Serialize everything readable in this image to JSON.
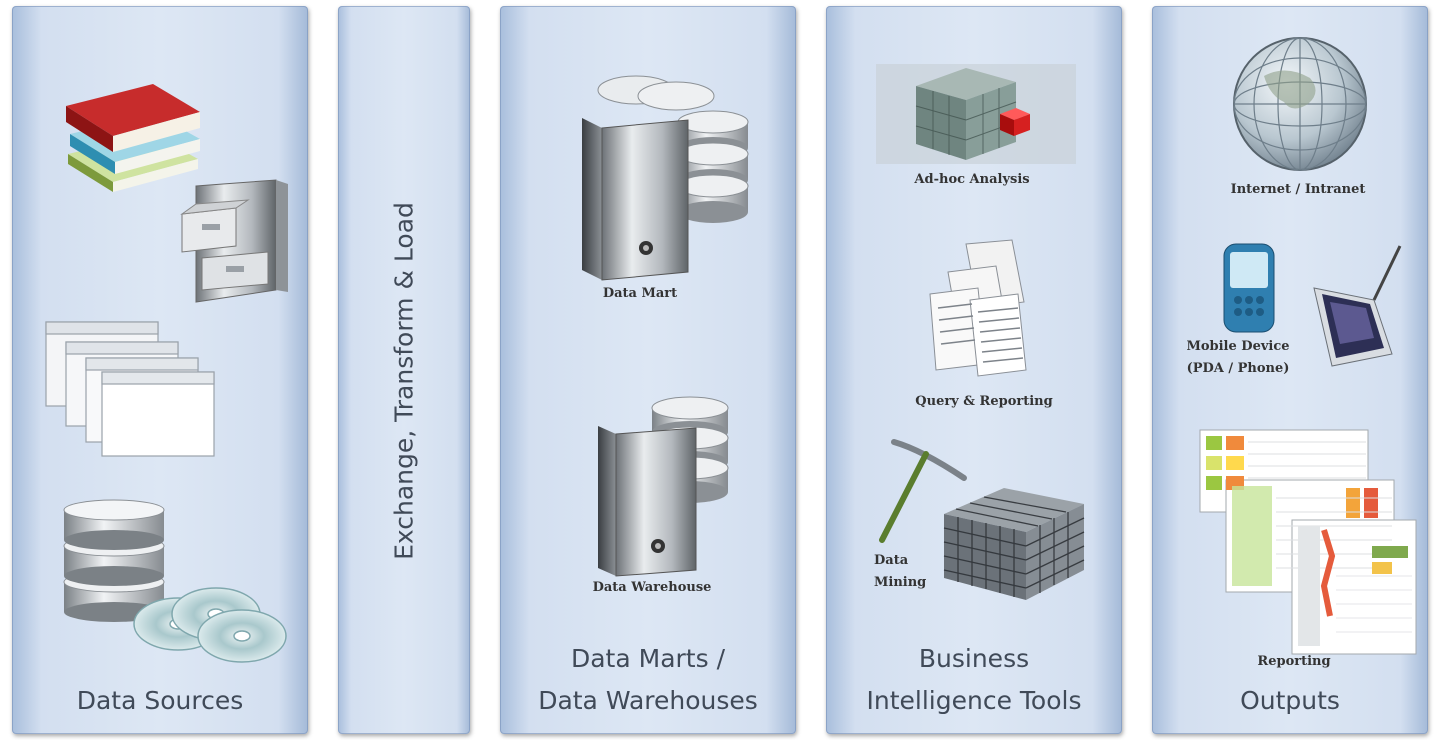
{
  "panels": {
    "data_sources": {
      "title": "Data Sources"
    },
    "etl": {
      "title": "Exchange, Transform & Load"
    },
    "warehouses": {
      "title_line1": "Data Marts /",
      "title_line2": "Data Warehouses",
      "captions": {
        "data_mart": "Data Mart",
        "data_warehouse": "Data Warehouse"
      }
    },
    "bi_tools": {
      "title_line1": "Business",
      "title_line2": "Intelligence Tools",
      "captions": {
        "adhoc": "Ad-hoc Analysis",
        "query": "Query & Reporting",
        "mining_line1": "Data",
        "mining_line2": "Mining"
      }
    },
    "outputs": {
      "title": "Outputs",
      "captions": {
        "internet": "Internet / Intranet",
        "mobile_line1": "Mobile Device",
        "mobile_line2": "(PDA / Phone)",
        "reporting": "Reporting"
      }
    }
  },
  "colors": {
    "panel_light": "#dde7f4",
    "panel_edge": "#a8bedc",
    "title_text": "#404a58"
  },
  "icons": [
    "books-icon",
    "filing-cabinet-icon",
    "documents-icon",
    "database-icon",
    "discs-icon",
    "server-icon",
    "database-icon",
    "cube-icon",
    "reports-icon",
    "pickaxe-icon",
    "data-cube-icon",
    "globe-icon",
    "phone-icon",
    "tablet-icon",
    "spreadsheet-icon"
  ]
}
